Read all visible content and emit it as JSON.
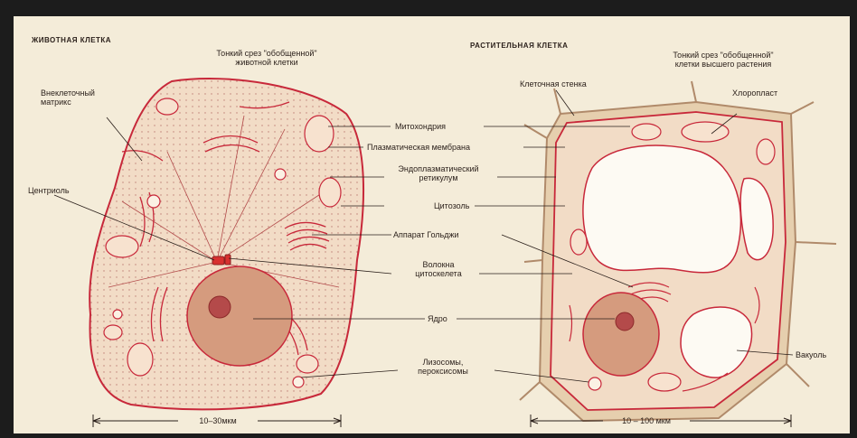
{
  "animal": {
    "header": "ЖИВОТНАЯ КЛЕТКА",
    "subtitle_line1": "Тонкий срез \"обобщенной\"",
    "subtitle_line2": "животной клетки",
    "labels": {
      "matrix_line1": "Внеклеточный",
      "matrix_line2": "матрикс",
      "centriole": "Центриоль"
    },
    "scale": "10–30мкм"
  },
  "middle_labels": {
    "mitochondria": "Митохондрия",
    "plasma_membrane": "Плазматическая мембрана",
    "er_line1": "Эндоплазматический",
    "er_line2": "ретикулум",
    "cytosol": "Цитозоль",
    "golgi": "Аппарат Гольджи",
    "cytoskeleton_line1": "Волокна",
    "cytoskeleton_line2": "цитоскелета",
    "nucleus": "Ядро",
    "lysosomes_line1": "Лизосомы,",
    "lysosomes_line2": "пероксисомы"
  },
  "plant": {
    "header": "РАСТИТЕЛЬНАЯ КЛЕТКА",
    "subtitle_line1": "Тонкий срез \"обобщенной\"",
    "subtitle_line2": "клетки высшего растения",
    "labels": {
      "cell_wall": "Клеточная стенка",
      "chloroplast": "Хлоропласт",
      "vacuole": "Вакуоль"
    },
    "scale": "10 – 100 мкм"
  },
  "colors": {
    "background_frame": "#1c1c1c",
    "paper": "#f4ecd9",
    "membrane_red": "#c8283a",
    "cytoplasm": "#f2dcc6",
    "nucleus": "#d59b7e",
    "cell_wall": "#e6cfae",
    "ink": "#2a1f1a"
  }
}
